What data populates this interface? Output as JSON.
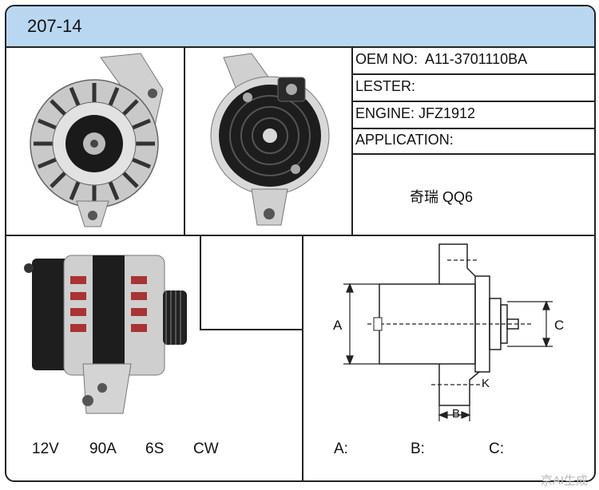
{
  "header": {
    "title": "207-14"
  },
  "specs": {
    "oem_label": "OEM NO:",
    "oem_value": "A11-3701110BA",
    "lester_label": "LESTER:",
    "lester_value": "",
    "engine_label": "ENGINE:",
    "engine_value": "JFZ1912",
    "application_label": "APPLICATION:",
    "application_value": "奇瑞  QQ6"
  },
  "ratings": {
    "voltage": "12V",
    "amperage": "90A",
    "pulley": "6S",
    "rotation": "CW"
  },
  "dimension_labels": {
    "a": "A",
    "b": "B",
    "c": "C",
    "k": "K"
  },
  "dimension_values": {
    "a_label": "A:",
    "b_label": "B:",
    "c_label": "C:"
  },
  "watermark": "京AI生成",
  "colors": {
    "header_bg": "#b9d7f1",
    "border": "#222222"
  }
}
